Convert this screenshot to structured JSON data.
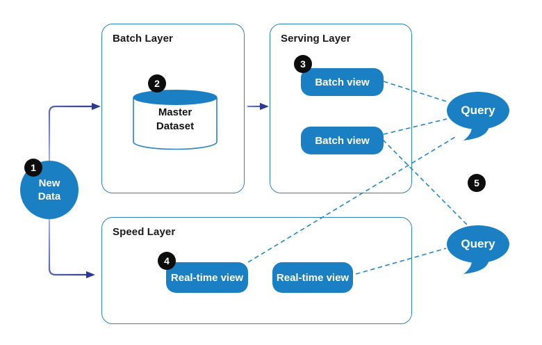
{
  "layers": {
    "batch": {
      "label": "Batch Layer"
    },
    "serving": {
      "label": "Serving Layer"
    },
    "speed": {
      "label": "Speed Layer"
    }
  },
  "nodes": {
    "new_data": {
      "label": "New Data",
      "badge": "1"
    },
    "master_dataset": {
      "label": "Master Dataset",
      "badge": "2"
    },
    "batch_view_1": {
      "label": "Batch view",
      "badge": "3"
    },
    "batch_view_2": {
      "label": "Batch view"
    },
    "realtime_view_1": {
      "label": "Real-time view",
      "badge": "4"
    },
    "realtime_view_2": {
      "label": "Real-time view"
    },
    "query_top": {
      "label": "Query",
      "badge": "5"
    },
    "query_bottom": {
      "label": "Query"
    }
  },
  "connections": [
    {
      "from": "new-data",
      "to": "batch-layer",
      "style": "solid-arrow"
    },
    {
      "from": "new-data",
      "to": "speed-layer",
      "style": "solid-arrow"
    },
    {
      "from": "batch-layer",
      "to": "serving-layer",
      "style": "solid-arrow"
    },
    {
      "from": "batch-view-1",
      "to": "query-top",
      "style": "dashed"
    },
    {
      "from": "batch-view-2",
      "to": "query-top",
      "style": "dashed"
    },
    {
      "from": "batch-view-2",
      "to": "query-bottom",
      "style": "dashed"
    },
    {
      "from": "realtime-view-1",
      "to": "query-top",
      "style": "dashed"
    },
    {
      "from": "realtime-view-2",
      "to": "query-bottom",
      "style": "dashed"
    }
  ],
  "colors": {
    "primary_blue": "#1b7fc4",
    "box_border_blue": "#2a83c5",
    "dashed_link_blue": "#1e86cd",
    "arrow_navy_dark": "#2b3990",
    "arrow_navy_light": "#a3b0dc",
    "badge_black": "#0d0d0d",
    "label_text": "#1a1a1a"
  }
}
